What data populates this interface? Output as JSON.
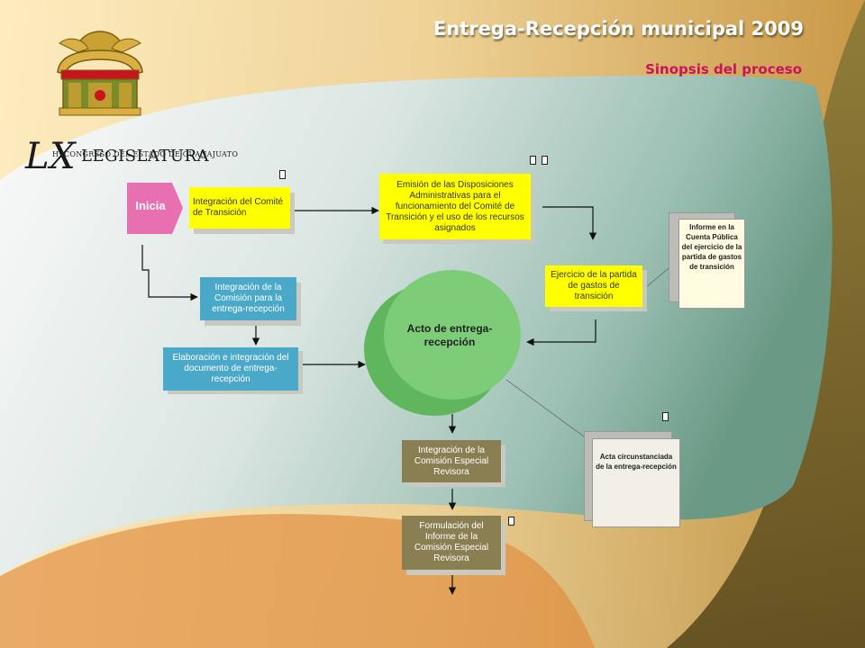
{
  "header": {
    "title": "Entrega-Recepción municipal 2009",
    "subtitle": "Sinopsis del proceso"
  },
  "logo": {
    "name": "LEGISLATURA",
    "roman_prefix": "LX",
    "subtitle": "H. CONGRESO DEL ESTADO DE GUANAJUATO"
  },
  "diagram": {
    "start_label": "Inicia",
    "nodes": {
      "comite": "Integración del Comité de Transición",
      "disposiciones": "Emisión de las Disposiciones Administrativas para el funcionamiento del Comité de Transición y el uso de los recursos asignados",
      "ejercicio": "Ejercicio de la partida de gastos de transición",
      "comision": "Integración de la Comisión para la entrega-recepción",
      "elaboracion": "Elaboración e integración del documento de entrega-recepción",
      "acto": "Acto de entrega-recepción",
      "comision_especial": "Integración de la Comisión Especial Revisora",
      "formulacion": "Formulación del Informe de la Comisión Especial Revisora"
    },
    "documents": {
      "informe": "Informe en la Cuenta Pública del ejercicio de la partida de gastos de transición",
      "acta": "Acta circunstanciada de la entrega-recepción"
    },
    "colors": {
      "yellow_box": "#ffff00",
      "blue_box": "#4aa8c8",
      "olive_box": "#8a7f52",
      "circle": "#6cc26a",
      "start": "#e86fb0",
      "title": "#ffffff",
      "subtitle": "#c8145a"
    }
  }
}
